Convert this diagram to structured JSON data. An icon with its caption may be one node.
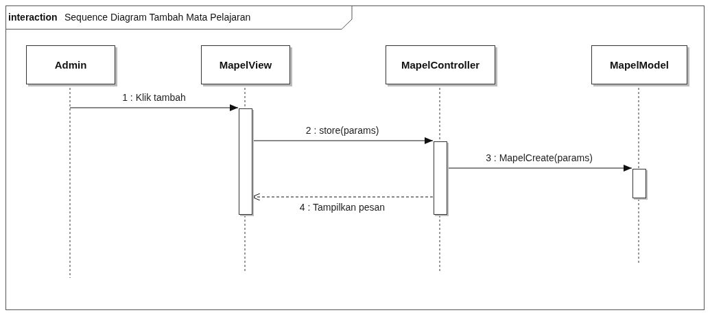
{
  "diagram": {
    "nodes": [
      {
        "text": [
          "interaction",
          "Sequence Diagram Tambah Mata Pelajaran"
        ]
      },
      {
        "text": [
          "Admin"
        ],
        "in": 0
      },
      {
        "text": [
          "MapelView"
        ],
        "in": 0
      },
      {
        "text": [
          "MapelController"
        ],
        "in": 0
      },
      {
        "text": [
          "MapelModel"
        ],
        "in": 0
      },
      {
        "text": [],
        "shape": "bar",
        "in": 0
      },
      {
        "text": [],
        "shape": "bar",
        "in": 0
      },
      {
        "text": [],
        "shape": "bar",
        "in": 0
      }
    ],
    "edges": [
      {
        "from": 1,
        "to": 5,
        "arrow": "to",
        "label": "1 : Klik tambah"
      },
      {
        "from": 5,
        "to": 6,
        "arrow": "to",
        "label": "2 : store(params)"
      },
      {
        "from": 6,
        "to": 7,
        "arrow": "to",
        "label": "3 : MapelCreate(params)"
      },
      {
        "from": 6,
        "to": 5,
        "arrow": "to",
        "label": "4 : Tampilkan pesan",
        "style": "dashed"
      }
    ]
  }
}
